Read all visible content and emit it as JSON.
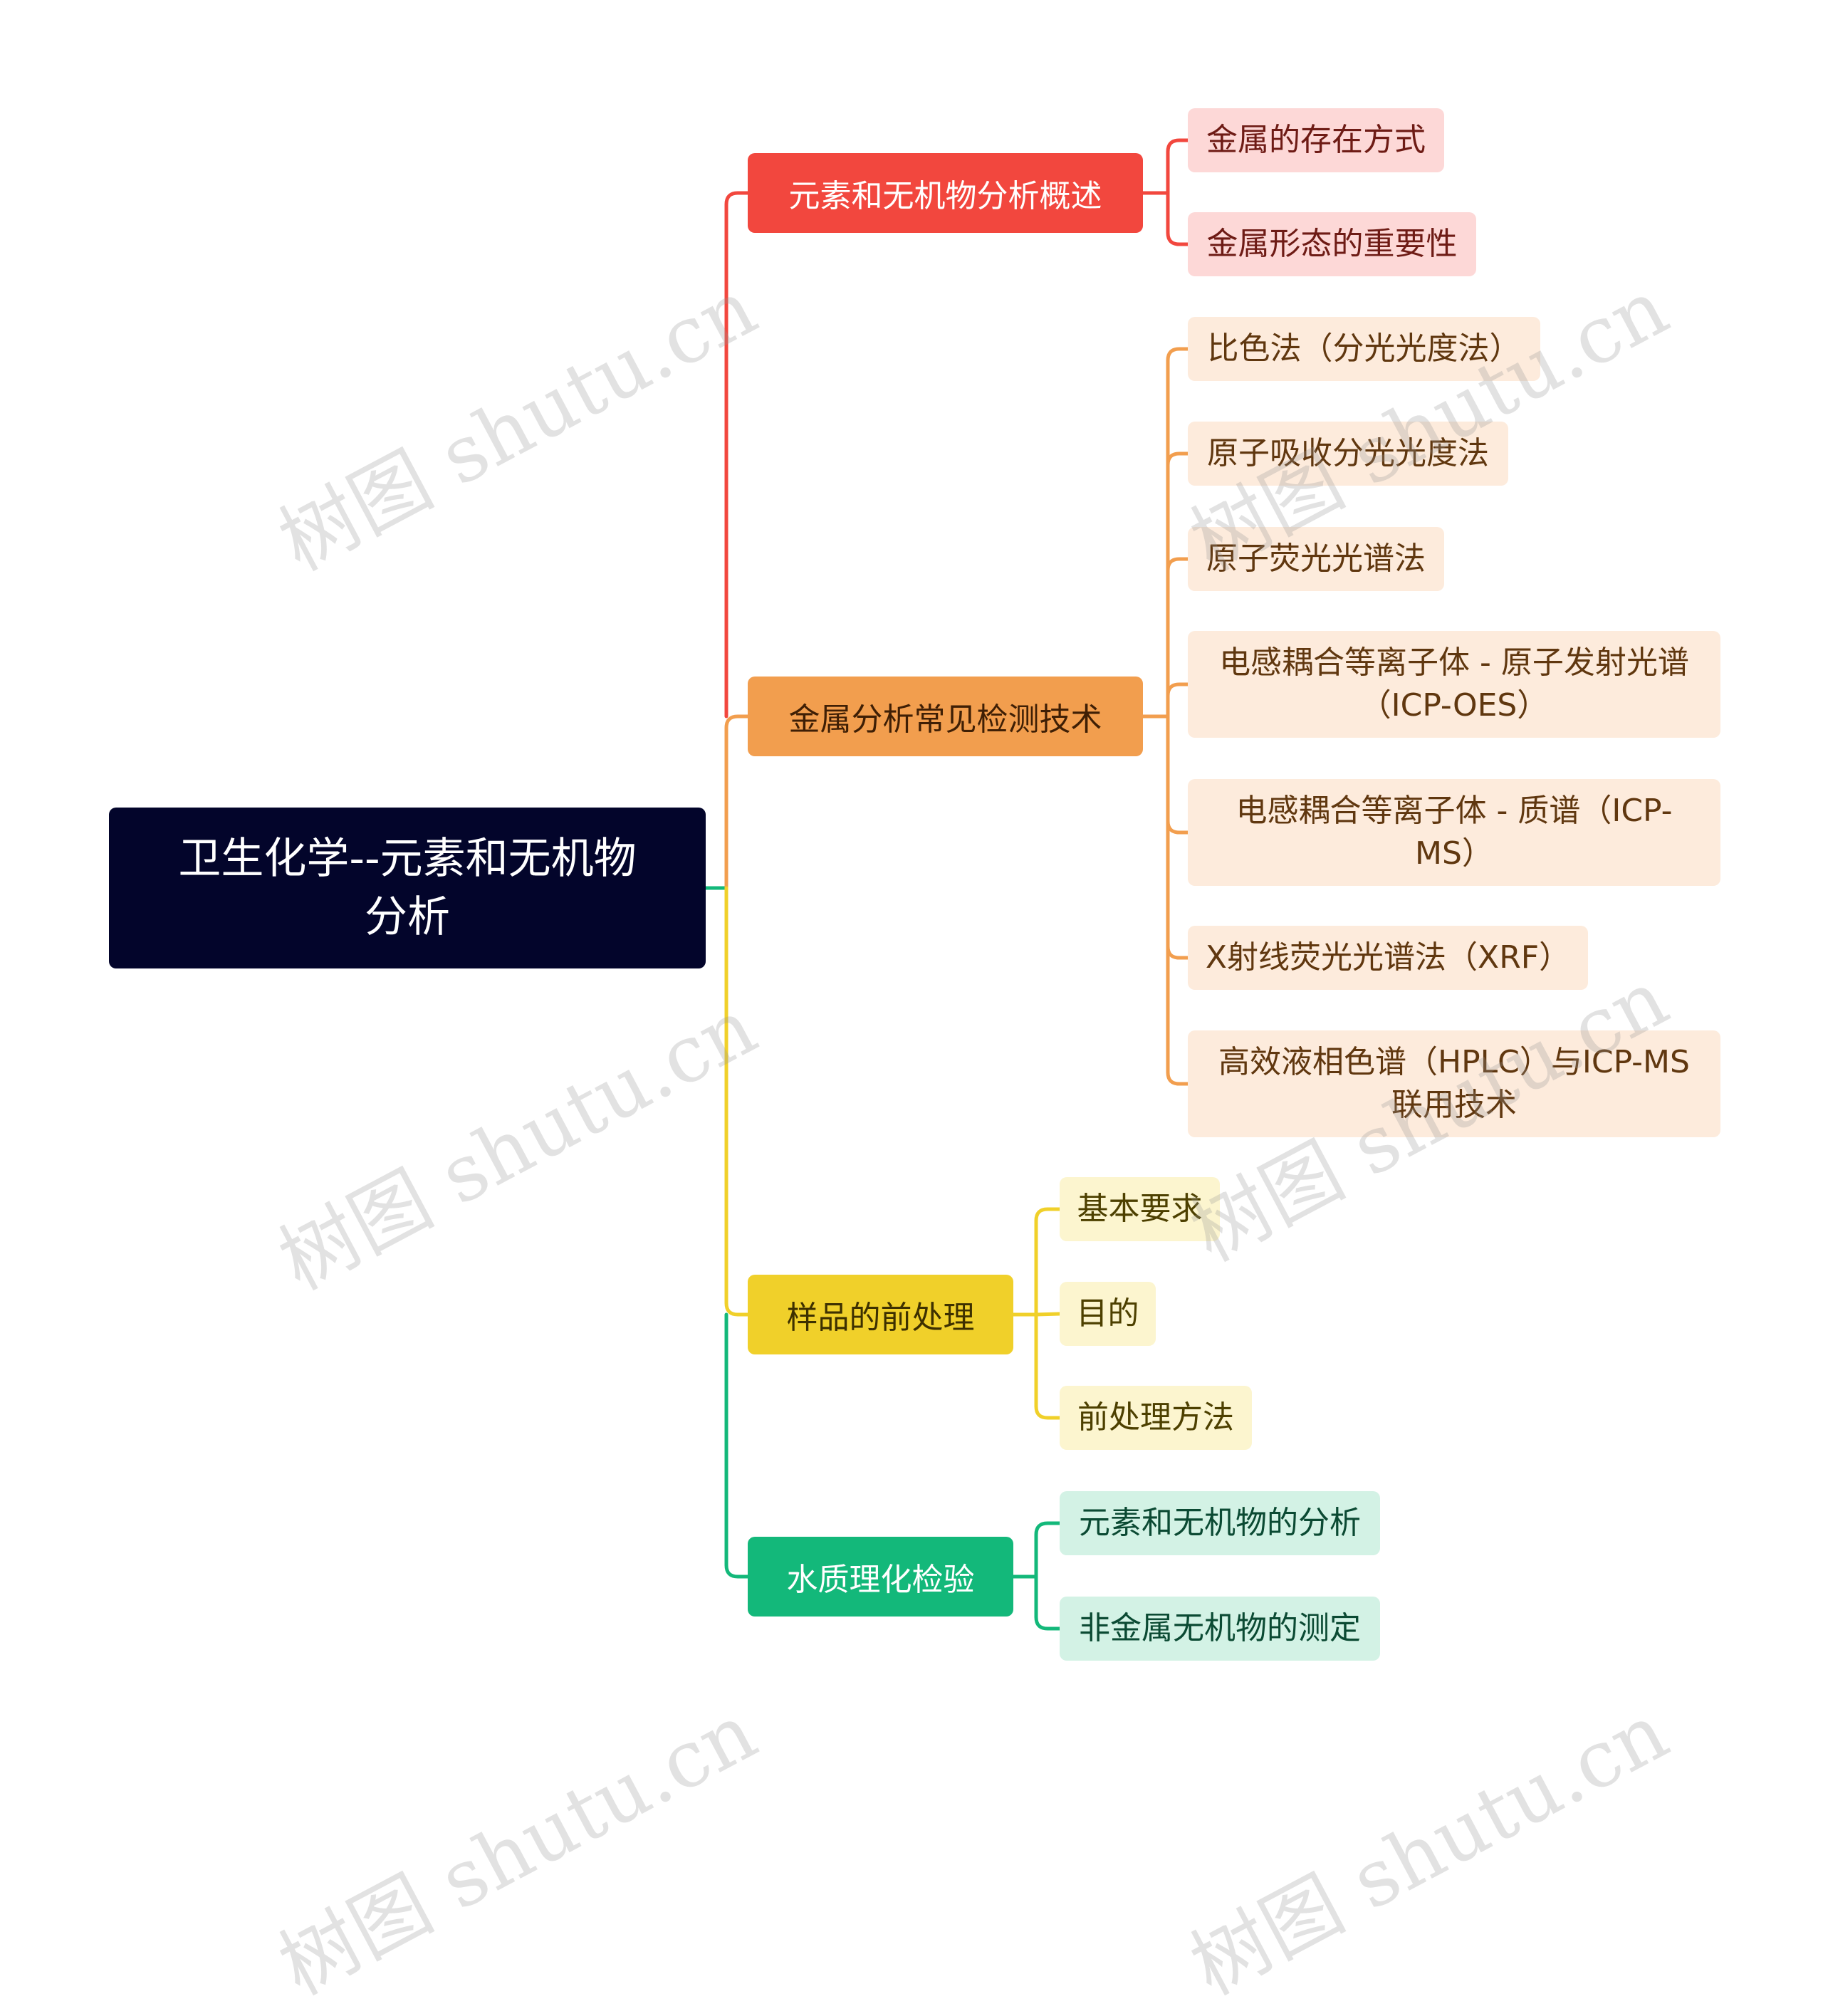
{
  "root": {
    "title": "卫生化学--元素和无机物\n分析"
  },
  "branches": [
    {
      "label": "元素和无机物分析概述",
      "color": "#f2473e",
      "children": [
        "金属的存在方式",
        "金属形态的重要性"
      ]
    },
    {
      "label": "金属分析常见检测技术",
      "color": "#f29e4e",
      "children": [
        "比色法（分光光度法）",
        "原子吸收分光光度法",
        "原子荧光光谱法",
        "电感耦合等离子体 - 原子发射光谱\n（ICP-OES）",
        "电感耦合等离子体 - 质谱（ICP-\nMS）",
        "X射线荧光光谱法（XRF）",
        "高效液相色谱（HPLC）与ICP-MS\n联用技术"
      ]
    },
    {
      "label": "样品的前处理",
      "color": "#f0d02a",
      "children": [
        "基本要求",
        "目的",
        "前处理方法"
      ]
    },
    {
      "label": "水质理化检验",
      "color": "#13b87a",
      "children": [
        "元素和无机物的分析",
        "非金属无机物的测定"
      ]
    }
  ],
  "watermark": "树图 shutu.cn"
}
